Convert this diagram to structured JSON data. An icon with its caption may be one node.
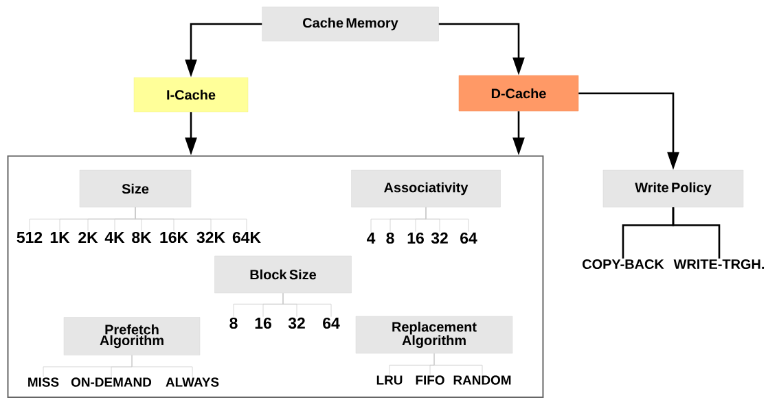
{
  "diagram": {
    "nodes": [
      {
        "text": [
          "Cache Memory"
        ]
      },
      {
        "text": [
          "I-Cache"
        ]
      },
      {
        "text": [
          "D-Cache"
        ]
      },
      {
        "text": [],
        "shape": "box"
      },
      {
        "text": [
          "Size"
        ],
        "in": 3
      },
      {
        "text": [
          "Associativity"
        ],
        "in": 3
      },
      {
        "text": [
          "512"
        ],
        "in": 3
      },
      {
        "text": [
          "1K"
        ],
        "in": 3
      },
      {
        "text": [
          "2K"
        ],
        "in": 3
      },
      {
        "text": [
          "4K"
        ],
        "in": 3
      },
      {
        "text": [
          "8K"
        ],
        "in": 3
      },
      {
        "text": [
          "16K"
        ],
        "in": 3
      },
      {
        "text": [
          "32K"
        ],
        "in": 3
      },
      {
        "text": [
          "64K"
        ],
        "in": 3
      },
      {
        "text": [
          "4"
        ],
        "in": 3
      },
      {
        "text": [
          "8"
        ],
        "in": 3
      },
      {
        "text": [
          "16"
        ],
        "in": 3
      },
      {
        "text": [
          "32"
        ],
        "in": 3
      },
      {
        "text": [
          "64"
        ],
        "in": 3
      },
      {
        "text": [
          "Block Size"
        ],
        "in": 3
      },
      {
        "text": [
          "8"
        ],
        "in": 3
      },
      {
        "text": [
          "16"
        ],
        "in": 3
      },
      {
        "text": [
          "32"
        ],
        "in": 3
      },
      {
        "text": [
          "64"
        ],
        "in": 3
      },
      {
        "text": [
          "Prefetch Algorithm"
        ],
        "in": 3
      },
      {
        "text": [
          "Replacement Algorithm"
        ],
        "in": 3
      },
      {
        "text": [
          "MISS"
        ],
        "in": 3
      },
      {
        "text": [
          "ON-DEMAND"
        ],
        "in": 3
      },
      {
        "text": [
          "ALWAYS"
        ],
        "in": 3
      },
      {
        "text": [
          "LRU"
        ],
        "in": 3
      },
      {
        "text": [
          "FIFO"
        ],
        "in": 3
      },
      {
        "text": [
          "RANDOM"
        ],
        "in": 3
      },
      {
        "text": [
          "Write Policy"
        ]
      },
      {
        "text": [
          "COPY-BACK"
        ]
      },
      {
        "text": [
          "WRITE-TRGH."
        ]
      }
    ],
    "edges": [
      {
        "from": 0,
        "to": 1,
        "arrow": "to",
        "style": "thick",
        "color": "#000000"
      },
      {
        "from": 0,
        "to": 2,
        "arrow": "to",
        "style": "thick",
        "color": "#000000"
      },
      {
        "from": 1,
        "to": 3,
        "arrow": "to",
        "style": "thick",
        "color": "#000000"
      },
      {
        "from": 2,
        "to": 3,
        "arrow": "to",
        "style": "thick",
        "color": "#000000"
      },
      {
        "from": 2,
        "to": 32,
        "arrow": "to",
        "style": "thick",
        "color": "#000000"
      },
      {
        "from": 4,
        "to": 6,
        "arrow": "none"
      },
      {
        "from": 4,
        "to": 7,
        "arrow": "none"
      },
      {
        "from": 4,
        "to": 8,
        "arrow": "none"
      },
      {
        "from": 4,
        "to": 9,
        "arrow": "none"
      },
      {
        "from": 4,
        "to": 10,
        "arrow": "none"
      },
      {
        "from": 4,
        "to": 11,
        "arrow": "none"
      },
      {
        "from": 4,
        "to": 12,
        "arrow": "none"
      },
      {
        "from": 4,
        "to": 13,
        "arrow": "none"
      },
      {
        "from": 5,
        "to": 14,
        "arrow": "none"
      },
      {
        "from": 5,
        "to": 15,
        "arrow": "none"
      },
      {
        "from": 5,
        "to": 16,
        "arrow": "none"
      },
      {
        "from": 5,
        "to": 17,
        "arrow": "none"
      },
      {
        "from": 5,
        "to": 18,
        "arrow": "none"
      },
      {
        "from": 19,
        "to": 20,
        "arrow": "none"
      },
      {
        "from": 19,
        "to": 21,
        "arrow": "none"
      },
      {
        "from": 19,
        "to": 22,
        "arrow": "none"
      },
      {
        "from": 19,
        "to": 23,
        "arrow": "none"
      },
      {
        "from": 24,
        "to": 26,
        "arrow": "none"
      },
      {
        "from": 24,
        "to": 27,
        "arrow": "none"
      },
      {
        "from": 24,
        "to": 28,
        "arrow": "none"
      },
      {
        "from": 25,
        "to": 29,
        "arrow": "none"
      },
      {
        "from": 25,
        "to": 30,
        "arrow": "none"
      },
      {
        "from": 25,
        "to": 31,
        "arrow": "none"
      },
      {
        "from": 32,
        "to": 33,
        "arrow": "none",
        "style": "thick",
        "color": "#000000"
      },
      {
        "from": 32,
        "to": 34,
        "arrow": "none",
        "style": "thick",
        "color": "#000000"
      }
    ]
  }
}
